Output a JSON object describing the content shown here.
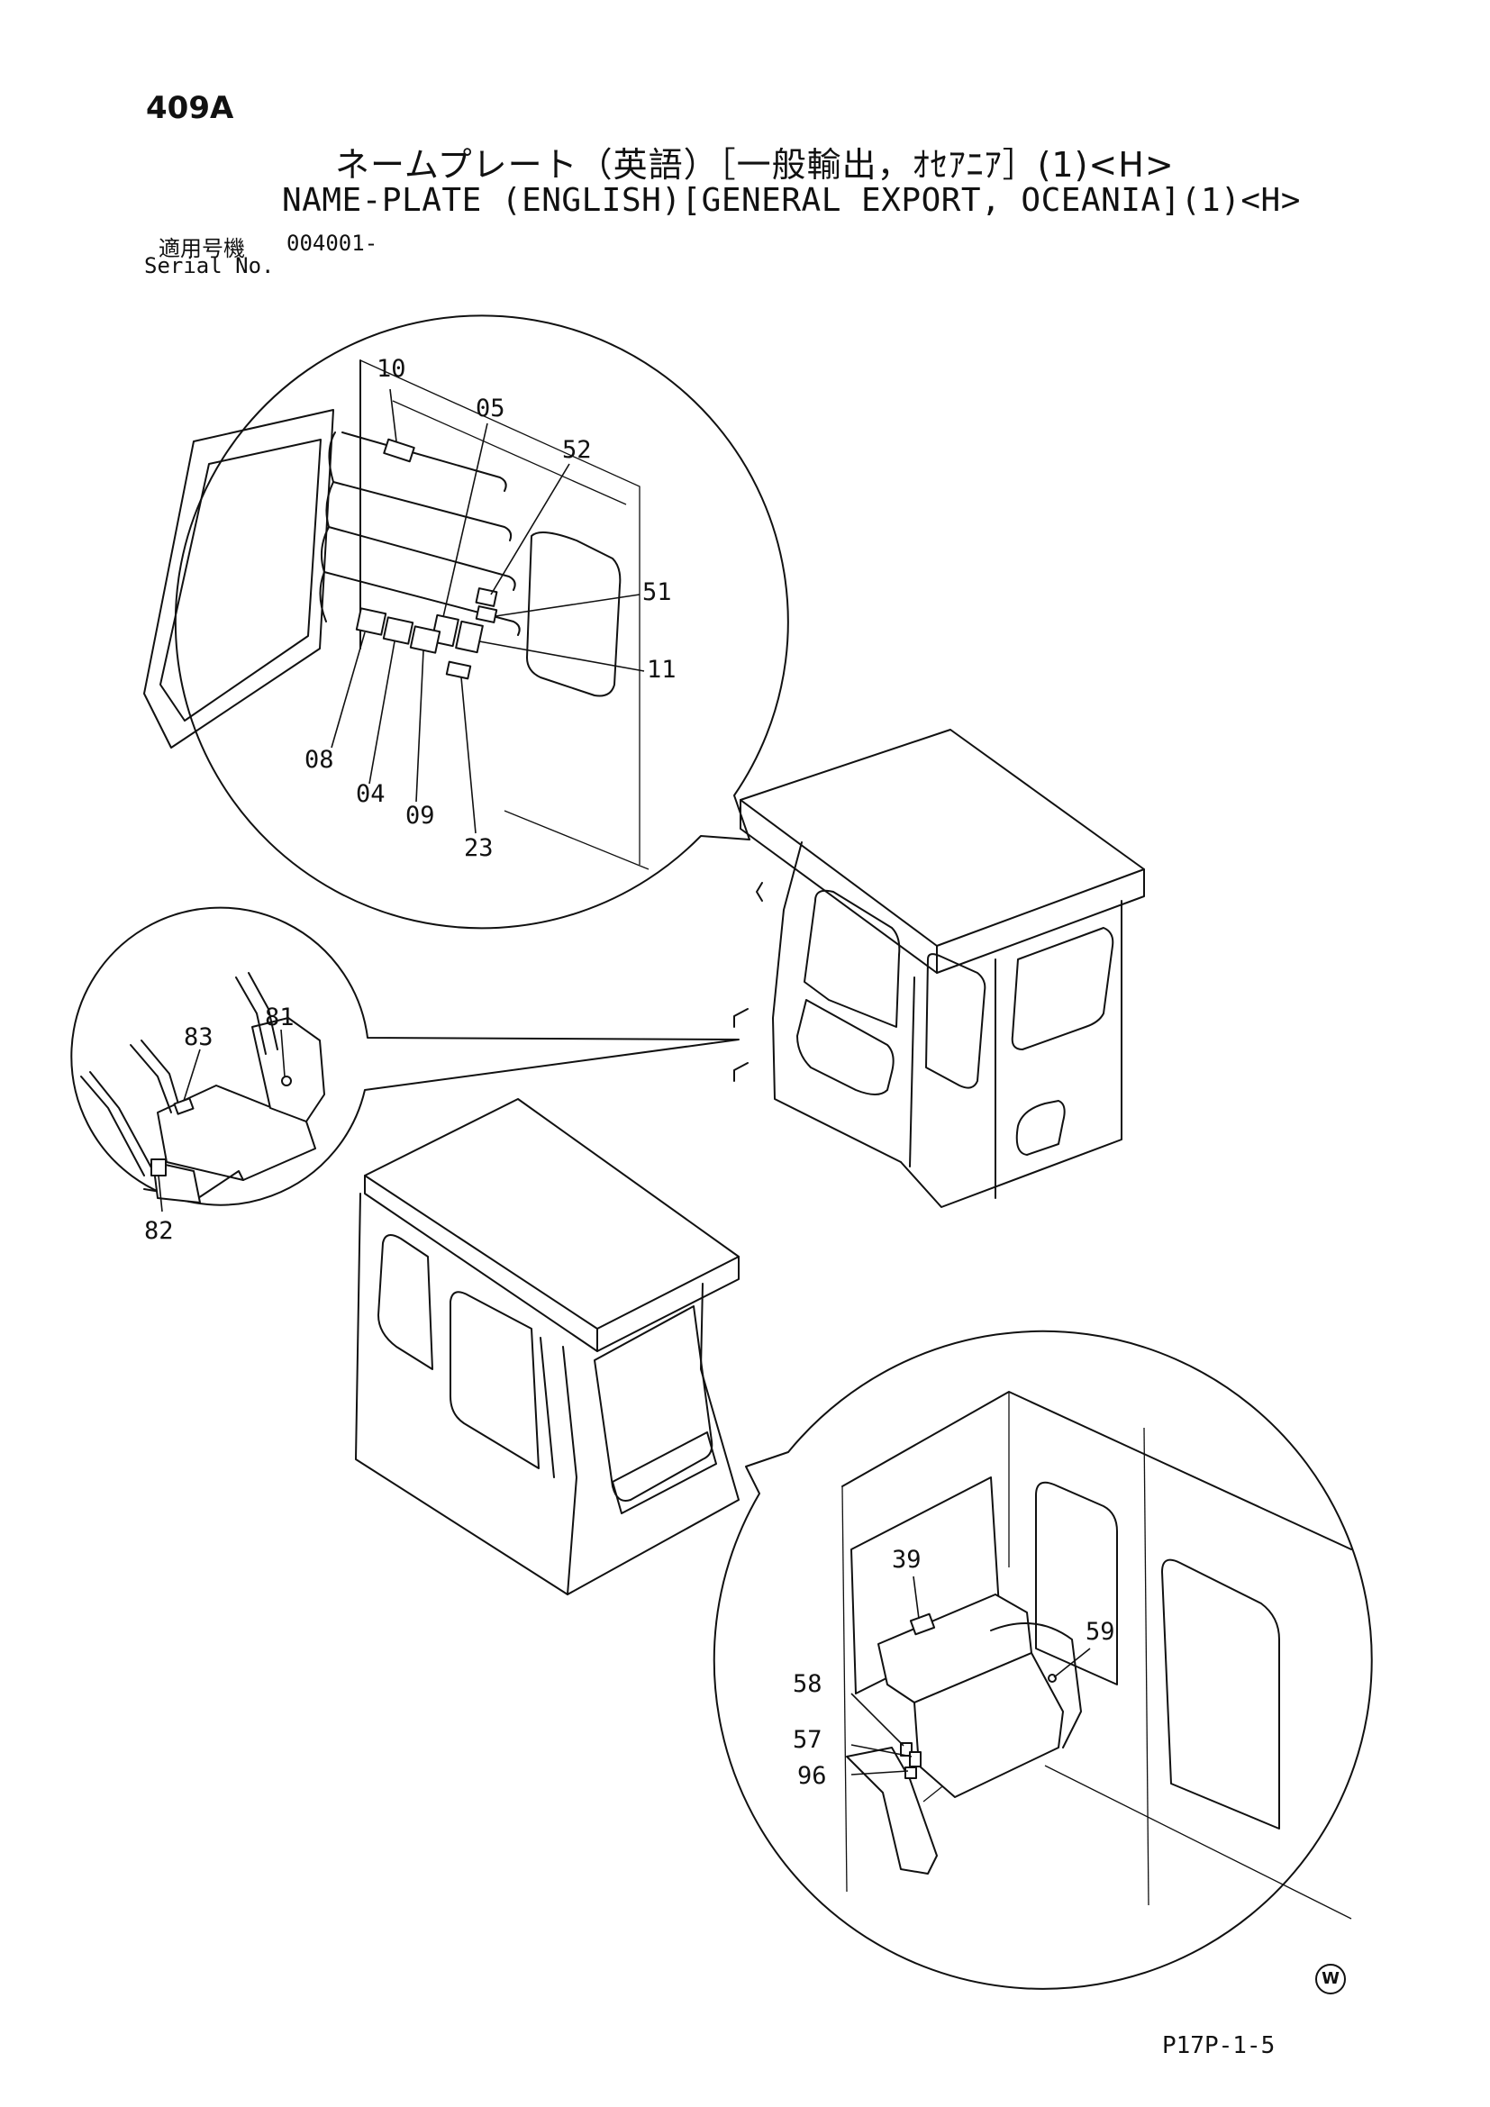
{
  "header": {
    "page_number": "409A",
    "title_ja": "ネームプレート（英語）［一般輸出，ｵｾｱﾆｱ］(1)<H>",
    "title_en": "NAME-PLATE (ENGLISH)[GENERAL EXPORT, OCEANIA](1)<H>",
    "serial_label_ja": "適用号機",
    "serial_label_en": "Serial No.",
    "serial_value": "004001-"
  },
  "callouts": {
    "top_detail": [
      "10",
      "05",
      "52",
      "51",
      "11",
      "08",
      "04",
      "09",
      "23"
    ],
    "left_detail": [
      "81",
      "83",
      "82"
    ],
    "bottom_detail": [
      "39",
      "59",
      "58",
      "57",
      "96"
    ]
  },
  "footer": {
    "drawing_code": "P17P-1-5",
    "w_mark": "W"
  }
}
